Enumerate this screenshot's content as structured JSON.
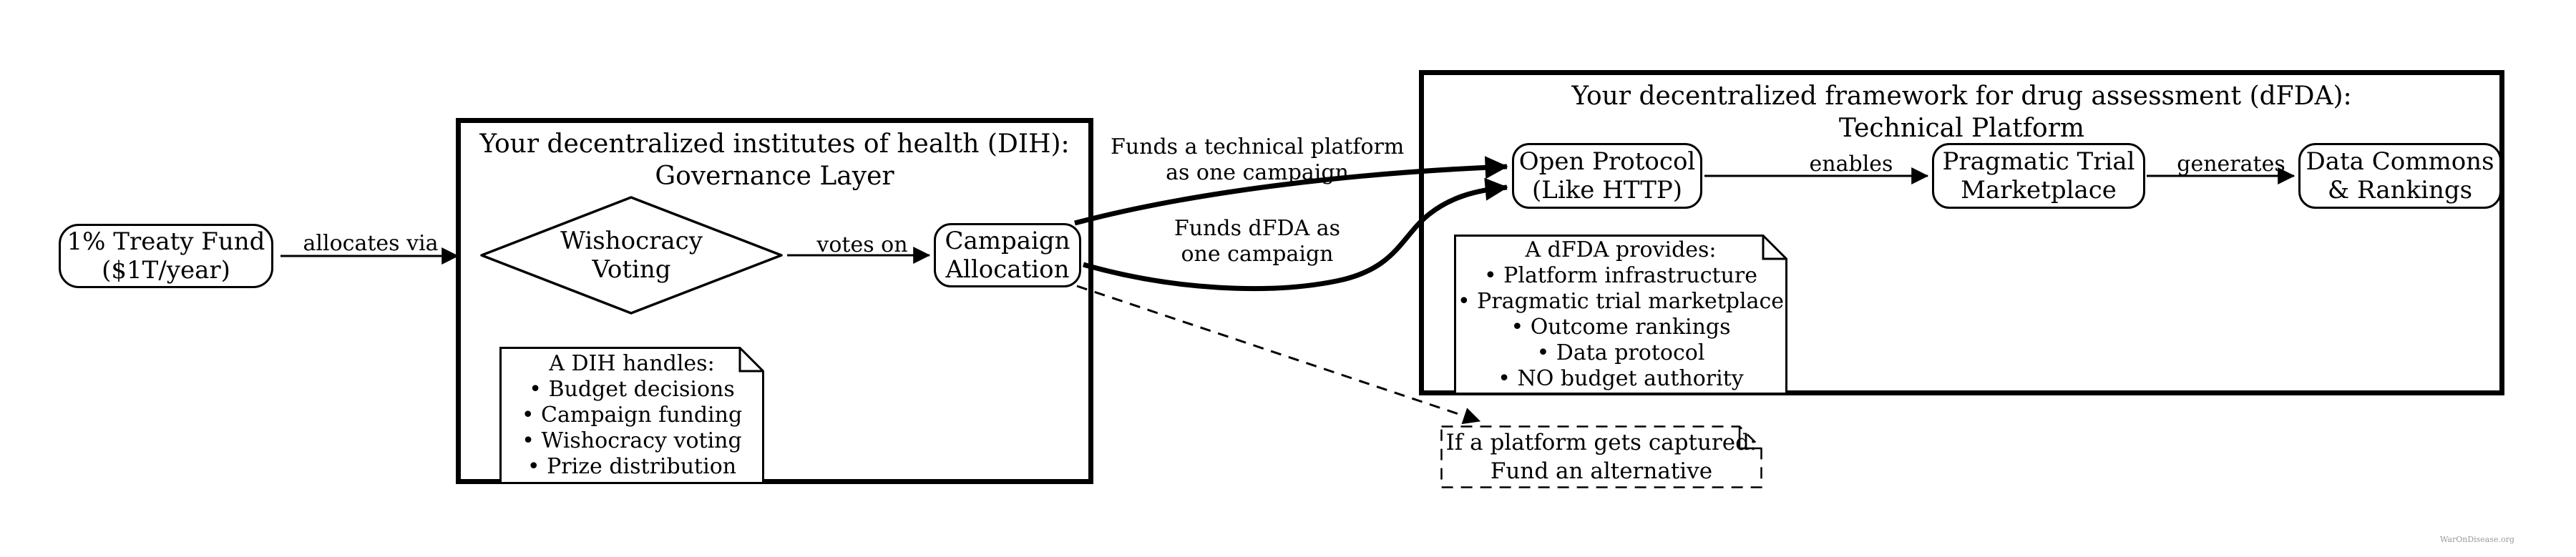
{
  "canvas": {
    "background": "#ffffff",
    "line_color": "#000000"
  },
  "groups": {
    "dih": {
      "title_line1": "Your decentralized institutes of health (DIH):",
      "title_line2": "Governance Layer"
    },
    "dfda": {
      "title_line1": "Your decentralized framework for drug assessment (dFDA):",
      "title_line2": "Technical Platform"
    }
  },
  "nodes": {
    "treaty_fund": {
      "line1": "1% Treaty Fund",
      "line2": "($1T/year)"
    },
    "wishocracy_voting": {
      "line1": "Wishocracy",
      "line2": "Voting"
    },
    "campaign_allocation": {
      "line1": "Campaign",
      "line2": "Allocation"
    },
    "open_protocol": {
      "line1": "Open Protocol",
      "line2": "(Like HTTP)"
    },
    "pragmatic_trial": {
      "line1": "Pragmatic Trial",
      "line2": "Marketplace"
    },
    "data_commons": {
      "line1": "Data Commons",
      "line2": "& Rankings"
    }
  },
  "edges": {
    "allocates_via": "allocates via",
    "votes_on": "votes on",
    "enables": "enables",
    "generates": "generates",
    "funds_platform": {
      "line1": "Funds a technical platform",
      "line2": "as one campaign"
    },
    "funds_dfda": {
      "line1": "Funds dFDA as",
      "line2": "one campaign"
    }
  },
  "notes": {
    "dih": {
      "title": "A DIH handles:",
      "items": [
        "• Budget decisions",
        "• Campaign funding",
        "• Wishocracy voting",
        "• Prize distribution"
      ]
    },
    "dfda": {
      "title": "A dFDA provides:",
      "items": [
        "• Platform infrastructure",
        "• Pragmatic trial marketplace",
        "• Outcome rankings",
        "• Data protocol",
        "• NO budget authority"
      ]
    },
    "captured": {
      "line1": "If a platform gets captured:",
      "line2": "Fund an alternative"
    }
  },
  "watermark": {
    "text": "WarOnDisease.org"
  }
}
